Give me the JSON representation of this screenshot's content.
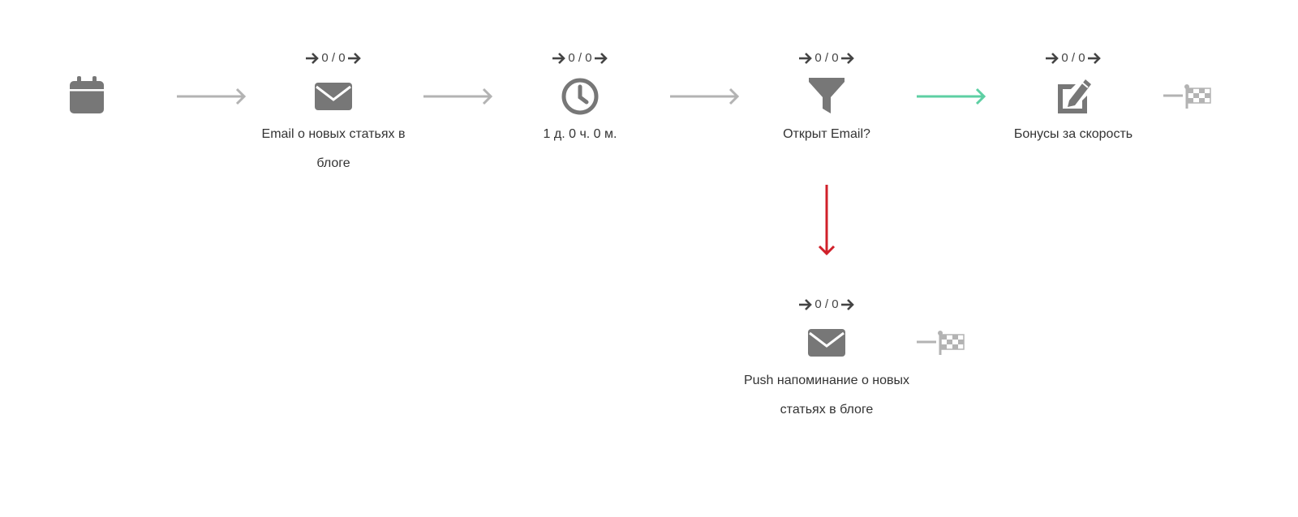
{
  "colors": {
    "icon": "#777777",
    "connector_default": "#b3b3b3",
    "connector_yes": "#5dcfa3",
    "connector_no": "#d0202a",
    "finish_flag": "#b3b3b3"
  },
  "trigger": {
    "icon": "calendar-icon"
  },
  "nodes": [
    {
      "id": "email-blog",
      "icon": "envelope-icon",
      "counter": "0 / 0",
      "label": "Email о новых статьях в блоге"
    },
    {
      "id": "delay",
      "icon": "clock-icon",
      "counter": "0 / 0",
      "label": "1 д. 0 ч. 0 м."
    },
    {
      "id": "condition",
      "icon": "filter-icon",
      "counter": "0 / 0",
      "label": "Открыт Email?"
    },
    {
      "id": "bonus",
      "icon": "edit-icon",
      "counter": "0 / 0",
      "label": "Бонусы за скорость"
    },
    {
      "id": "push-reminder",
      "icon": "envelope-icon",
      "counter": "0 / 0",
      "label": "Push напоминание о новых статьях в блоге"
    }
  ],
  "finish_icons": [
    "finish-flag-icon",
    "finish-flag-icon"
  ]
}
